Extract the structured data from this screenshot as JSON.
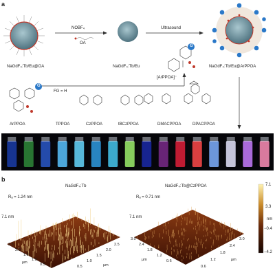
{
  "panel_a": {
    "letter": "a",
    "reagent_top": "NOBF₄",
    "reagent_bottom": "OA",
    "step2": "Ultrasound",
    "np1_label": "NaGdF₄:Tb/Eu@OA",
    "np2_label": "NaGdF₄:Tb/Eu",
    "np3_label": "NaGdF₄:Tb/Eu@ArPPOA",
    "ligand_anion_label": "[ArPPOA]⁻",
    "fg_label": "FG = H",
    "ligands": [
      "ArPPOA",
      "TPPOA",
      "CzPPOA",
      "tBCzPPOA",
      "DMACPPOA",
      "DPACPPOA"
    ],
    "vial_colors": [
      "#1b3da8",
      "#2f8a3a",
      "#2a58c8",
      "#59c3ff",
      "#66d8ff",
      "#2f9be0",
      "#47c8f0",
      "#9ef06c",
      "#1b2aa8",
      "#7a2a8a",
      "#e0203a",
      "#ff4a4a",
      "#7fb0ff",
      "#e6e6ff",
      "#c77dff",
      "#ff8fb8"
    ],
    "fg_symbol": "G"
  },
  "panel_b": {
    "letter": "b",
    "left_title": "NaGdF₄:Tb",
    "left_ra": "Rₐ = 1.24 nm",
    "left_z": "7.1 nm",
    "right_title": "NaGdF₄:Tb@CzPPOA",
    "right_ra": "Rₐ = 0.71 nm",
    "right_z": "7.1 nm",
    "axis_unit": "μm",
    "left_x_ticks": [
      "2.5",
      "2.0",
      "1.5",
      "1.0",
      "0.5"
    ],
    "left_y_ticks": [
      "0.5",
      "1.0",
      "1.5",
      "2.0",
      "2.5"
    ],
    "right_x_ticks": [
      "3.0",
      "2.4",
      "1.8",
      "1.2",
      "0.6"
    ],
    "right_y_ticks": [
      "0.6",
      "1.2",
      "1.8",
      "2.4",
      "3.0"
    ],
    "colorbar_ticks": [
      "7.1",
      "3.3",
      "−0.4",
      "−4.2"
    ],
    "colorbar_unit": "nm"
  }
}
